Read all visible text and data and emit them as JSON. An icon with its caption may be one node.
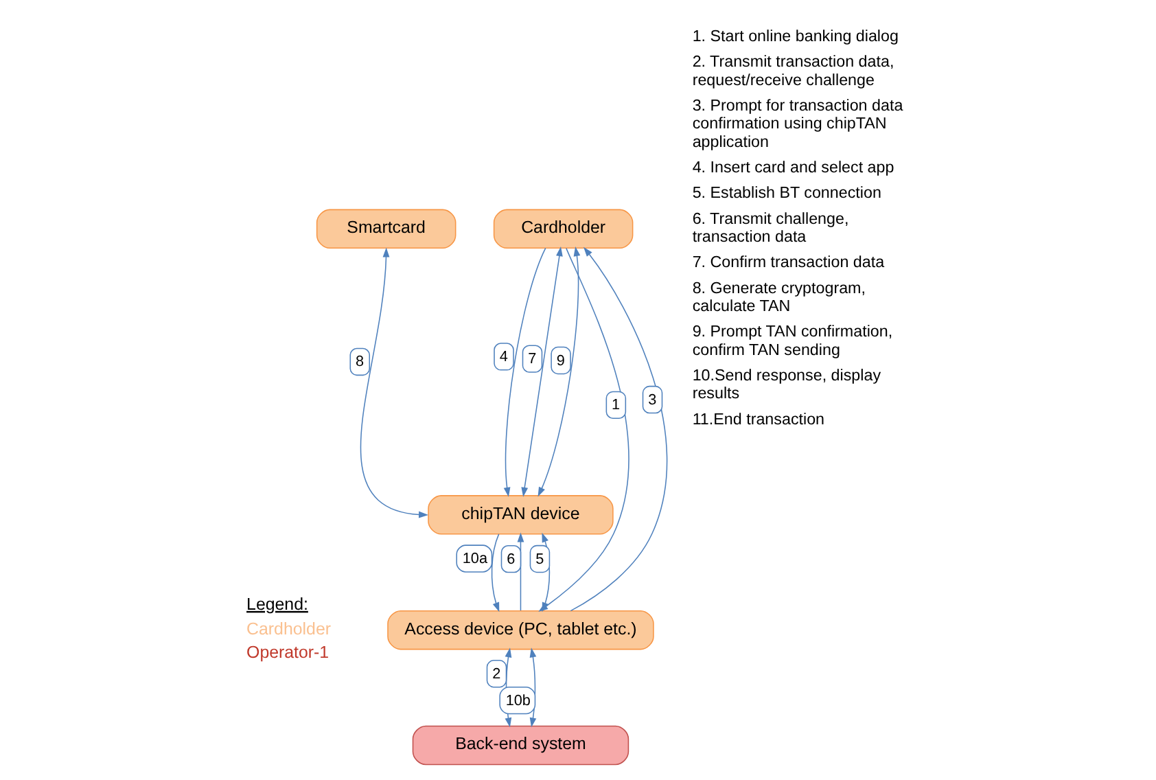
{
  "diagram": {
    "nodes": [
      {
        "text": [
          "Smartcard"
        ]
      },
      {
        "text": [
          "Cardholder"
        ]
      },
      {
        "text": [
          "chipTAN device"
        ]
      },
      {
        "text": [
          "Access device (PC, tablet etc.)"
        ]
      },
      {
        "text": [
          "Back-end system"
        ]
      }
    ],
    "edges": [
      {
        "from": 2,
        "to": 1,
        "arrow": "both",
        "label": "7"
      },
      {
        "from": 2,
        "to": 1,
        "arrow": "both",
        "label": "9"
      },
      {
        "from": 1,
        "to": 2,
        "arrow": "to",
        "label": "4"
      },
      {
        "from": 2,
        "to": 0,
        "arrow": "both",
        "label": "8"
      },
      {
        "from": 3,
        "to": 1,
        "arrow": "to",
        "label": "3"
      },
      {
        "from": 3,
        "to": 2,
        "arrow": "to",
        "label": "6"
      },
      {
        "from": 2,
        "to": 3,
        "arrow": "to",
        "label": "10a"
      },
      {
        "from": 2,
        "to": 3,
        "arrow": "both",
        "label": "5"
      },
      {
        "from": 1,
        "to": 3,
        "arrow": "to",
        "label": "1"
      },
      {
        "from": 3,
        "to": 4,
        "arrow": "both",
        "label": "2"
      },
      {
        "from": 3,
        "to": 4,
        "arrow": "both",
        "label": "10b"
      }
    ],
    "labels": [
      "1. Start online banking dialog",
      "2. Transmit transaction data, request/receive challenge",
      "3. Prompt for transaction data confirmation using chipTAN application",
      "4. Insert card and select app",
      "5. Establish BT connection",
      "6. Transmit challenge, transaction data",
      "7. Confirm transaction data",
      "8. Generate cryptogram, calculate TAN",
      "9. Prompt TAN confirmation, confirm TAN sending",
      "10.Send response, display results",
      "11.End transaction",
      "Legend:"
    ],
    "legend": [
      {
        "text": "Cardholder",
        "color": "#fac090"
      },
      {
        "text": "Operator-1",
        "color": "#c0392b"
      }
    ]
  }
}
